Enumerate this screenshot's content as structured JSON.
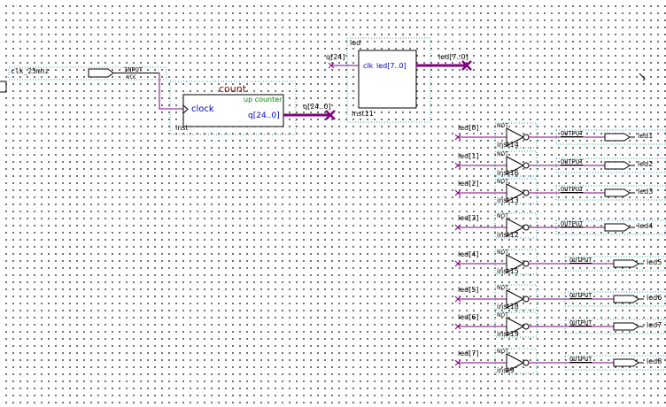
{
  "input_pin": {
    "name": "clk_25mhz",
    "kind": "INPUT",
    "vcc": "VCC"
  },
  "counter": {
    "title": "count",
    "port": "clock",
    "type": "up counter",
    "output": "q[24..0]",
    "instance": "inst",
    "bus_label": "q[24..0]"
  },
  "led_block": {
    "title": "led",
    "port_in": "clk",
    "port_out": "led[7..0]",
    "instance": "inst11",
    "in_label": "q[24]",
    "out_label": "led[7..0]"
  },
  "inverters": [
    {
      "in": "led[0]",
      "gate": "NOT",
      "instance": "inst14",
      "out_kind": "OUTPUT",
      "pin": "led1"
    },
    {
      "in": "led[1]",
      "gate": "NOT",
      "instance": "inst16",
      "out_kind": "OUTPUT",
      "pin": "led2"
    },
    {
      "in": "led[2]",
      "gate": "NOT",
      "instance": "inst13",
      "out_kind": "OUTPUT",
      "pin": "led3"
    },
    {
      "in": "led[3]",
      "gate": "NOT",
      "instance": "inst12",
      "out_kind": "OUTPUT",
      "pin": "led4"
    },
    {
      "in": "led[4]",
      "gate": "NOT",
      "instance": "inst15",
      "out_kind": "OUTPUT",
      "pin": "led5"
    },
    {
      "in": "led[5]",
      "gate": "NOT",
      "instance": "inst18",
      "out_kind": "OUTPUT",
      "pin": "led6"
    },
    {
      "in": "led[6]",
      "gate": "NOT",
      "instance": "inst19",
      "out_kind": "OUTPUT",
      "pin": "led7"
    },
    {
      "in": "led[7]",
      "gate": "NOT",
      "instance": "inst9",
      "out_kind": "OUTPUT",
      "pin": "led8"
    }
  ],
  "colors": {
    "wire": "#800080",
    "frame": "#3a9fa8",
    "port_text": "#0000cc",
    "type_text": "#008000",
    "label": "#000000"
  }
}
